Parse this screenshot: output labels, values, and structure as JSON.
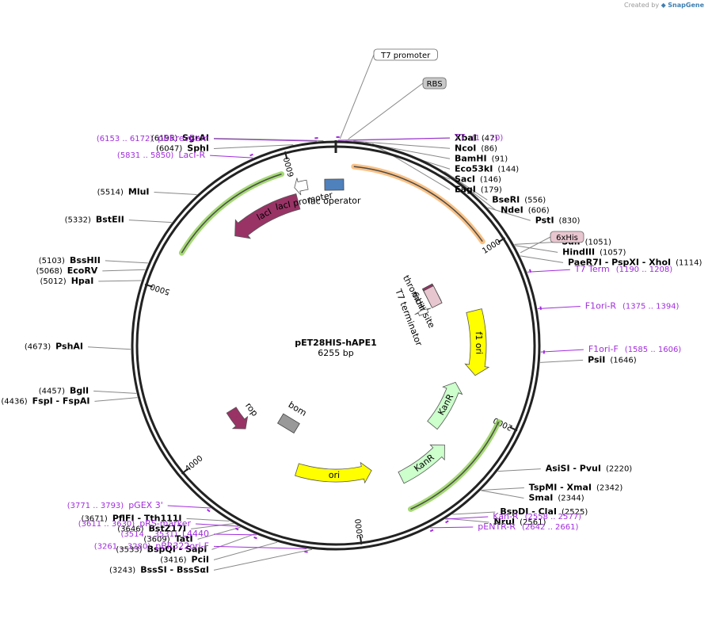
{
  "credit": {
    "prefix": "Created by",
    "brand": "SnapGene"
  },
  "plasmid": {
    "name": "pET28HIS-hAPE1",
    "size_label": "6255 bp",
    "length_bp": 6255
  },
  "ticks": [
    {
      "bp": 1000,
      "label": "1000"
    },
    {
      "bp": 2000,
      "label": "2000"
    },
    {
      "bp": 3000,
      "label": "3000"
    },
    {
      "bp": 4000,
      "label": "4000"
    },
    {
      "bp": 5000,
      "label": "5000"
    },
    {
      "bp": 6000,
      "label": "6000"
    }
  ],
  "features": [
    {
      "name": "lacI",
      "label": "lacI",
      "start": 5514,
      "end": 6000,
      "direction": "ccw",
      "color": "#993366",
      "label_style": "inside-white"
    },
    {
      "name": "lacI promoter",
      "label": "lacI promoter",
      "start": 6000,
      "end": 6080,
      "direction": "ccw",
      "color": "#ffffff",
      "label_style": "outside"
    },
    {
      "name": "lac operator",
      "label": "lac operator",
      "start": 6235,
      "end": 6255,
      "direction": "none",
      "color": "#4f81bd",
      "label_style": "box"
    },
    {
      "name": "thrombin site",
      "label": "thrombin site",
      "start": 1072,
      "end": 1089,
      "direction": "none",
      "color": "#993366",
      "label_style": "box"
    },
    {
      "name": "6xHis",
      "label": "6xHis",
      "start": 1091,
      "end": 1109,
      "direction": "none",
      "color": "#e8c6d0",
      "label_style": "box"
    },
    {
      "name": "T7 terminator",
      "label": "T7 terminator",
      "start": 1175,
      "end": 1222,
      "direction": "ccw",
      "color": "#ffffff",
      "label_style": "outside"
    },
    {
      "name": "f1 ori",
      "label": "f1 ori",
      "start": 1318,
      "end": 1774,
      "direction": "cw",
      "color": "#ffff00",
      "label_style": "inside-black"
    },
    {
      "name": "KanR",
      "label": "KanR",
      "start": 1860,
      "end": 2250,
      "direction": "ccw",
      "color": "#ccffcc",
      "label_style": "inside-black"
    },
    {
      "name": "KanR 2",
      "label": "KanR",
      "start": 2300,
      "end": 2670,
      "direction": "ccw",
      "color": "#ccffcc",
      "label_style": "inside-black"
    },
    {
      "name": "ori",
      "label": "ori",
      "start": 2850,
      "end": 3430,
      "direction": "ccw",
      "color": "#ffff00",
      "label_style": "inside-black"
    },
    {
      "name": "bom",
      "label": "bom",
      "start": 3600,
      "end": 3740,
      "direction": "none",
      "color": "#999999",
      "label_style": "outside"
    },
    {
      "name": "rop",
      "label": "rop",
      "start": 3950,
      "end": 4140,
      "direction": "ccw",
      "color": "#993366",
      "label_style": "outside"
    }
  ],
  "inner_arcs": [
    {
      "name": "orf-top",
      "start": 100,
      "end": 950,
      "color": "#f7b267"
    },
    {
      "name": "orf-right",
      "start": 2000,
      "end": 2700,
      "color": "#8fcf52"
    },
    {
      "name": "orf-left",
      "start": 5230,
      "end": 5950,
      "color": "#8fcf52"
    }
  ],
  "enzymes": [
    {
      "name": "SgrAI",
      "pos": "(6195)",
      "bp": 6195,
      "side": "left"
    },
    {
      "name": "SphI",
      "pos": "(6047)",
      "bp": 6047,
      "side": "left"
    },
    {
      "name": "MluI",
      "pos": "(5514)",
      "bp": 5514,
      "side": "left"
    },
    {
      "name": "BstEII",
      "pos": "(5332)",
      "bp": 5332,
      "side": "left"
    },
    {
      "name": "BssHII",
      "pos": "(5103)",
      "bp": 5103,
      "side": "left"
    },
    {
      "name": "EcoRV",
      "pos": "(5068)",
      "bp": 5068,
      "side": "left"
    },
    {
      "name": "HpaI",
      "pos": "(5012)",
      "bp": 5012,
      "side": "left"
    },
    {
      "name": "PshAI",
      "pos": "(4673)",
      "bp": 4673,
      "side": "left"
    },
    {
      "name": "BglI",
      "pos": "(4457)",
      "bp": 4457,
      "side": "left"
    },
    {
      "name": "FspI  -  FspAI",
      "pos": "(4436)",
      "bp": 4436,
      "side": "left"
    },
    {
      "name": "PflFI  -  Tth111I",
      "pos": "(3671)",
      "bp": 3671,
      "side": "left"
    },
    {
      "name": "BstZ17I",
      "pos": "(3646)",
      "bp": 3646,
      "side": "left"
    },
    {
      "name": "TatI",
      "pos": "(3609)",
      "bp": 3609,
      "side": "left"
    },
    {
      "name": "BspQI  -  SapI",
      "pos": "(3533)",
      "bp": 3533,
      "side": "left"
    },
    {
      "name": "PciI",
      "pos": "(3416)",
      "bp": 3416,
      "side": "left"
    },
    {
      "name": "BssSI  -  BssSαI",
      "pos": "(3243)",
      "bp": 3243,
      "side": "right"
    },
    {
      "name": "XbaI",
      "pos": "(47)",
      "bp": 47,
      "side": "right"
    },
    {
      "name": "NcoI",
      "pos": "(86)",
      "bp": 86,
      "side": "right"
    },
    {
      "name": "BamHI",
      "pos": "(91)",
      "bp": 91,
      "side": "right"
    },
    {
      "name": "Eco53kI",
      "pos": "(144)",
      "bp": 144,
      "side": "right"
    },
    {
      "name": "SacI",
      "pos": "(146)",
      "bp": 146,
      "side": "right"
    },
    {
      "name": "EagI",
      "pos": "(179)",
      "bp": 179,
      "side": "right"
    },
    {
      "name": "BseRI",
      "pos": "(556)",
      "bp": 556,
      "side": "right"
    },
    {
      "name": "NdeI",
      "pos": "(606)",
      "bp": 606,
      "side": "right"
    },
    {
      "name": "PstI",
      "pos": "(830)",
      "bp": 830,
      "side": "right"
    },
    {
      "name": "SalI",
      "pos": "(1051)",
      "bp": 1051,
      "side": "right"
    },
    {
      "name": "HindIII",
      "pos": "(1057)",
      "bp": 1057,
      "side": "right"
    },
    {
      "name": "PaeR7I  -  PspXI  -  XhoI",
      "pos": "(1114)",
      "bp": 1114,
      "side": "right"
    },
    {
      "name": "PsiI",
      "pos": "(1646)",
      "bp": 1646,
      "side": "right"
    },
    {
      "name": "AsiSI  -  PvuI",
      "pos": "(2220)",
      "bp": 2220,
      "side": "right"
    },
    {
      "name": "TspMI  -  XmaI",
      "pos": "(2342)",
      "bp": 2342,
      "side": "right"
    },
    {
      "name": "SmaI",
      "pos": "(2344)",
      "bp": 2344,
      "side": "right"
    },
    {
      "name": "BspDI  -  ClaI",
      "pos": "(2525)",
      "bp": 2525,
      "side": "right"
    },
    {
      "name": "NruI",
      "pos": "(2561)",
      "bp": 2561,
      "side": "right"
    }
  ],
  "primers": [
    {
      "name": "T7",
      "range": "(1 .. 20)",
      "bp": 10
    },
    {
      "name": "pBRrevBam",
      "range": "(6153 .. 6172)",
      "bp": 6162
    },
    {
      "name": "LacI-R",
      "range": "(5831 .. 5850)",
      "bp": 5840
    },
    {
      "name": "T7 Term",
      "range": "(1190 .. 1208)",
      "bp": 1199
    },
    {
      "name": "F1ori-R",
      "range": "(1375 .. 1394)",
      "bp": 1384
    },
    {
      "name": "F1ori-F",
      "range": "(1585 .. 1606)",
      "bp": 1595
    },
    {
      "name": "Kan-R",
      "range": "(2558 .. 2577)",
      "bp": 2567
    },
    {
      "name": "pENTR-R",
      "range": "(2642 .. 2661)",
      "bp": 2651
    },
    {
      "name": "pGEX 3'",
      "range": "(3771 .. 3793)",
      "bp": 3782
    },
    {
      "name": "pRS-marker",
      "range": "(3611 .. 3630)",
      "bp": 3620
    },
    {
      "name": "L4440",
      "range": "(3514 .. 3531)",
      "bp": 3522
    },
    {
      "name": "pBR322ori-F",
      "range": "(3261 .. 3280)",
      "bp": 3270
    }
  ],
  "boxed_labels": [
    {
      "name": "T7 promoter",
      "label": "T7 promoter",
      "bp": 20,
      "color": "#ffffff"
    },
    {
      "name": "RBS",
      "label": "RBS",
      "bp": 60,
      "color": "#c8c8c8"
    },
    {
      "name": "6xHis-box",
      "label": "6xHis",
      "bp": 1100,
      "color": "#e8c6d0"
    }
  ]
}
